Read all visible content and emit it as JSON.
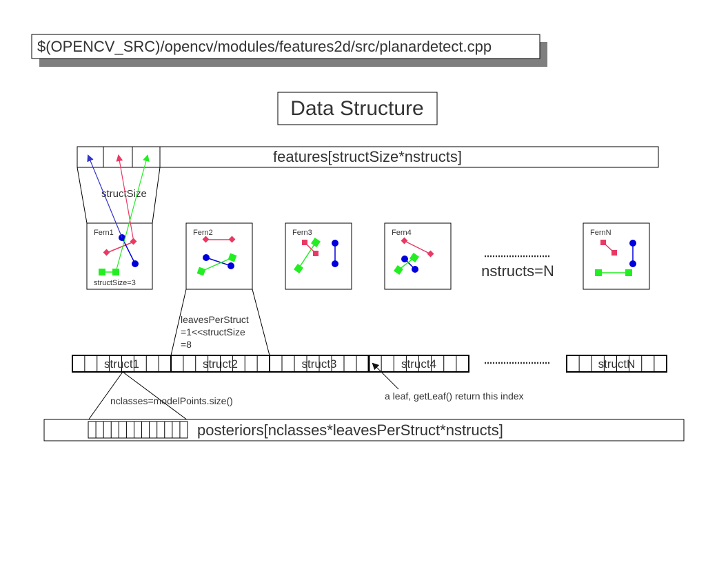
{
  "source_path": "$(OPENCV_SRC)/opencv/modules/features2d/src/planardetect.cpp",
  "title": "Data Structure",
  "features_label": "features[structSize*nstructs]",
  "struct_size_label": "structSize",
  "ferns": [
    {
      "name": "Fern1",
      "note": "structSize=3"
    },
    {
      "name": "Fern2",
      "note": ""
    },
    {
      "name": "Fern3",
      "note": ""
    },
    {
      "name": "Fern4",
      "note": ""
    },
    {
      "name": "FernN",
      "note": ""
    }
  ],
  "ellipsis": "...................",
  "nstructs_label": "nstructs=N",
  "leaves_label": [
    "leavesPerStruct",
    "=1<<structSize",
    "=8"
  ],
  "structs": [
    "struct1",
    "struct2",
    "struct3",
    "struct4",
    "structN"
  ],
  "nclasses_label": "nclasses=modelPoints.size()",
  "leaf_note": "a leaf, getLeaf() return this index",
  "posteriors_label": "posteriors[nclasses*leavesPerStruct*nstructs]",
  "colors": {
    "blue": "#0000dd",
    "pink": "#e83a64",
    "green": "#22ee22",
    "arrow_blue": "#3333cc",
    "arrow_pink": "#e83a64",
    "arrow_green": "#22ee22",
    "text": "#333333",
    "shadow": "#7f7f7f"
  }
}
